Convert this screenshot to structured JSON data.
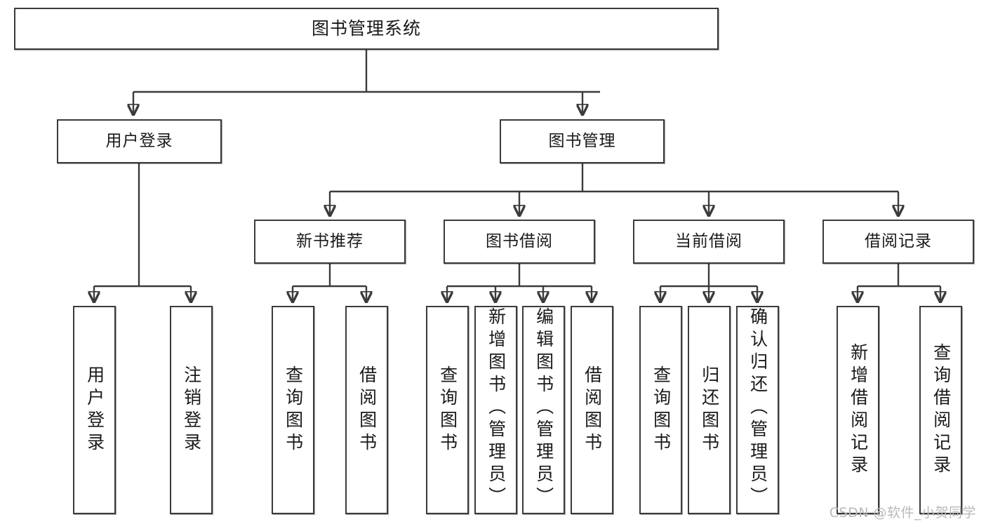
{
  "diagram": {
    "type": "tree-hierarchy-chart",
    "title": "图书管理系统",
    "levels": 4,
    "colors": {
      "stroke": "#3b3b3b",
      "fill": "#ffffff",
      "text": "#1a1a1a",
      "watermark": "#b9b9b9"
    },
    "root": {
      "label": "图书管理系统"
    },
    "level2": [
      {
        "id": "user-login",
        "label": "用户登录"
      },
      {
        "id": "book-manage",
        "label": "图书管理"
      }
    ],
    "level3": [
      {
        "id": "new-book-recommend",
        "label": "新书推荐",
        "parent": "book-manage"
      },
      {
        "id": "book-borrow",
        "label": "图书借阅",
        "parent": "book-manage"
      },
      {
        "id": "current-borrow",
        "label": "当前借阅",
        "parent": "book-manage"
      },
      {
        "id": "borrow-record",
        "label": "借阅记录",
        "parent": "book-manage"
      }
    ],
    "leaves": {
      "user-login": [
        {
          "id": "leaf-user-login",
          "label": "用户登录"
        },
        {
          "id": "leaf-logout-login",
          "label": "注销登录"
        }
      ],
      "new-book-recommend": [
        {
          "id": "leaf-query-book-1",
          "label": "查询图书"
        },
        {
          "id": "leaf-borrow-book-1",
          "label": "借阅图书"
        }
      ],
      "book-borrow": [
        {
          "id": "leaf-query-book-2",
          "label": "查询图书"
        },
        {
          "id": "leaf-add-book",
          "label": "新增图书（管理员）"
        },
        {
          "id": "leaf-edit-book",
          "label": "编辑图书（管理员）"
        },
        {
          "id": "leaf-borrow-book-2",
          "label": "借阅图书"
        }
      ],
      "current-borrow": [
        {
          "id": "leaf-query-book-3",
          "label": "查询图书"
        },
        {
          "id": "leaf-return-book",
          "label": "归还图书"
        },
        {
          "id": "leaf-confirm-return",
          "label": "确认归还（管理员）"
        }
      ],
      "borrow-record": [
        {
          "id": "leaf-add-record",
          "label": "新增借阅记录"
        },
        {
          "id": "leaf-query-record",
          "label": "查询借阅记录"
        }
      ]
    }
  },
  "watermark": {
    "text": "CSDN @软件_小贺同学"
  }
}
